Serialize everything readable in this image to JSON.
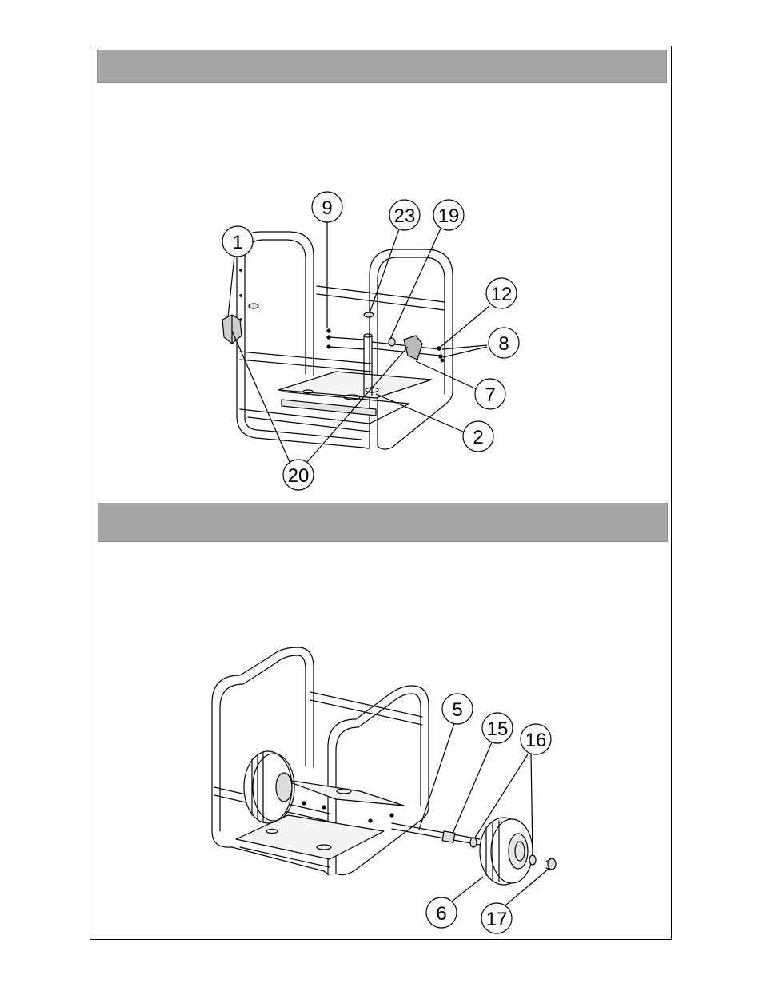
{
  "figure_top": {
    "callouts": [
      {
        "id": "c1",
        "label": "1"
      },
      {
        "id": "c9",
        "label": "9"
      },
      {
        "id": "c23",
        "label": "23"
      },
      {
        "id": "c19",
        "label": "19"
      },
      {
        "id": "c12",
        "label": "12"
      },
      {
        "id": "c8",
        "label": "8"
      },
      {
        "id": "c7",
        "label": "7"
      },
      {
        "id": "c2",
        "label": "2"
      },
      {
        "id": "c20",
        "label": "20"
      }
    ]
  },
  "figure_bottom": {
    "callouts": [
      {
        "id": "c5",
        "label": "5"
      },
      {
        "id": "c15",
        "label": "15"
      },
      {
        "id": "c16",
        "label": "16"
      },
      {
        "id": "c6",
        "label": "6"
      },
      {
        "id": "c17",
        "label": "17"
      }
    ]
  }
}
